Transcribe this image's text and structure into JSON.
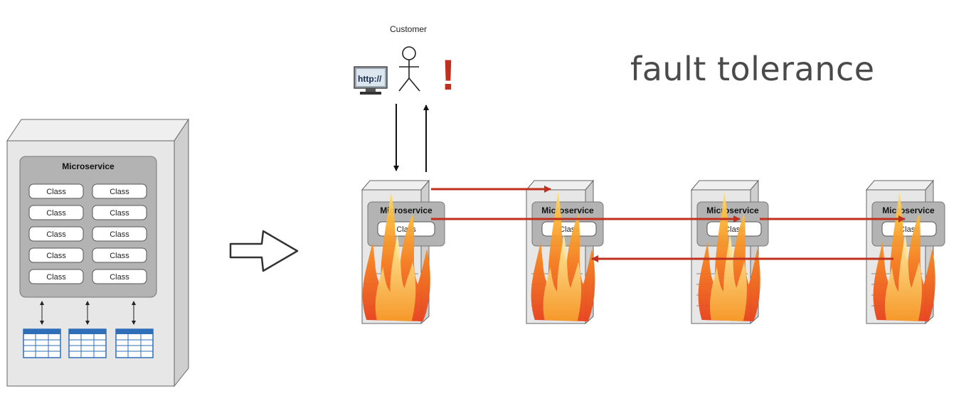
{
  "title": "fault tolerance",
  "customer": {
    "label": "Customer",
    "browser_text": "http://",
    "alert": "!"
  },
  "monolith": {
    "label": "Microservice",
    "classes": [
      "Class",
      "Class",
      "Class",
      "Class",
      "Class",
      "Class",
      "Class",
      "Class",
      "Class",
      "Class"
    ],
    "tables": 3
  },
  "services": [
    {
      "label": "Microservice",
      "class": "Class"
    },
    {
      "label": "Microservice",
      "class": "Class"
    },
    {
      "label": "Microservice",
      "class": "Class"
    },
    {
      "label": "Microservice",
      "class": "Class"
    }
  ],
  "colors": {
    "arrow_red": "#c0301e",
    "alert_red": "#c0301e",
    "box_gray": "#e4e4e4",
    "inner_gray": "#b3b3b3",
    "table_blue": "#2e6fb7",
    "title": "#4a4a4a"
  },
  "icons": [
    "computer-monitor-icon",
    "stick-figure-icon",
    "exclamation-icon",
    "hollow-arrow-icon",
    "fire-icon",
    "database-table-icon"
  ]
}
